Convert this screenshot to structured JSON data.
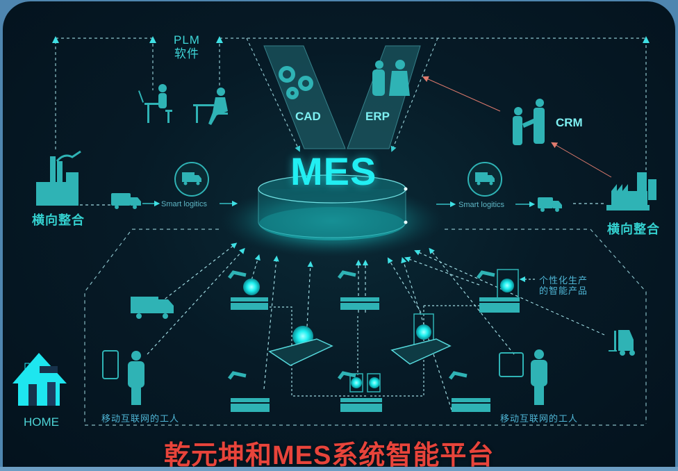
{
  "diagram": {
    "title": "乾元坤和MES系统智能平台",
    "center": "MES",
    "top_left_system": {
      "line1": "PLM",
      "line2": "软件"
    },
    "v_left": "CAD",
    "v_right": "ERP",
    "crm": "CRM",
    "left_integration": "横向整合",
    "right_integration": "横向整合",
    "left_logistics": "Smart logitics",
    "right_logistics": "Smart logitics",
    "product_note_line1": "个性化生产",
    "product_note_line2": "的智能产品",
    "mobile_worker_left": "移动互联网的工人",
    "mobile_worker_right": "移动互联网的工人",
    "home": "HOME"
  },
  "colors": {
    "background": "#061a26",
    "accent": "#22eef2",
    "icon": "#2fb3b5",
    "title": "#e8443b",
    "arrow_red": "#e07b6e"
  }
}
